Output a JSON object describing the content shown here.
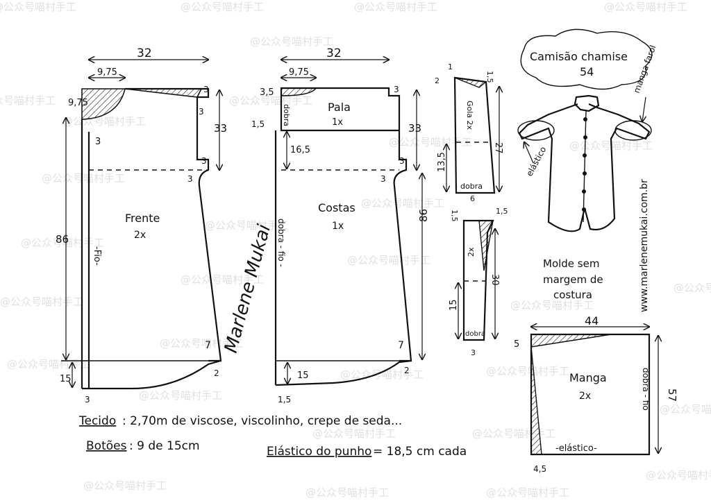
{
  "watermark": "@公众号喵村手工",
  "title": {
    "line1": "Camisão chamise",
    "line2": "54"
  },
  "website": "www.marlenemukai.com.br",
  "manga_farol": "manga farol",
  "elastico_label": "elástico",
  "molde_note": {
    "line1": "Molde sem",
    "line2": "margem de",
    "line3": "costura"
  },
  "materials": {
    "tecido_label": "Tecido",
    "tecido_value": ": 2,70m de viscose, viscolinho, crepe de seda...",
    "botoes_label": "Botões",
    "botoes_value": ": 9 de 15cm",
    "elastico_label": "Elástico do punho",
    "elastico_value": "= 18,5 cm cada"
  },
  "frente": {
    "name": "Frente",
    "count": "2x",
    "fio": "-Fio-",
    "width": "32",
    "neck_w": "9,75",
    "neck_h": "9,75",
    "neck_drop": "3",
    "shoulder_drop": "3",
    "arm_drop": "3",
    "armhole": "33",
    "side_3": "3",
    "length": "86",
    "hem_7": "7",
    "hem_2": "2",
    "hem_15": "15",
    "hem_3": "3"
  },
  "costas": {
    "name": "Costas",
    "count": "1x",
    "fold": "dobra - fio -",
    "width": "32",
    "neck_w": "9,75",
    "neck_h": "3,5",
    "pala_name": "Pala",
    "pala_count": "1x",
    "pala_fold": "dobra",
    "pala_15": "1,5",
    "shoulder_3": "3",
    "armhole": "33",
    "yoke_depth": "16,5",
    "arm_3": "3",
    "side_3": "3",
    "length": "86",
    "hem_7": "7",
    "hem_2": "2",
    "hem_15": "15",
    "hem_bottom": "1,5"
  },
  "gola": {
    "name": "Gola 2x",
    "top_1": "1",
    "top_2": "2",
    "top_15": "1,5",
    "height": "27",
    "lower": "13,5",
    "fold": "dobra",
    "width": "6"
  },
  "pe_gola": {
    "count": "2x",
    "top_15a": "1,5",
    "top_15b": "1,5",
    "height": "30",
    "lower": "15",
    "fold": "dobra",
    "width": "3"
  },
  "manga": {
    "name": "Manga",
    "count": "2x",
    "width": "44",
    "cap": "5",
    "height": "57",
    "fold": "dobra - fio",
    "elastic": "-elástico-",
    "bottom": "4,5"
  },
  "signature": "Marlene Mukai"
}
